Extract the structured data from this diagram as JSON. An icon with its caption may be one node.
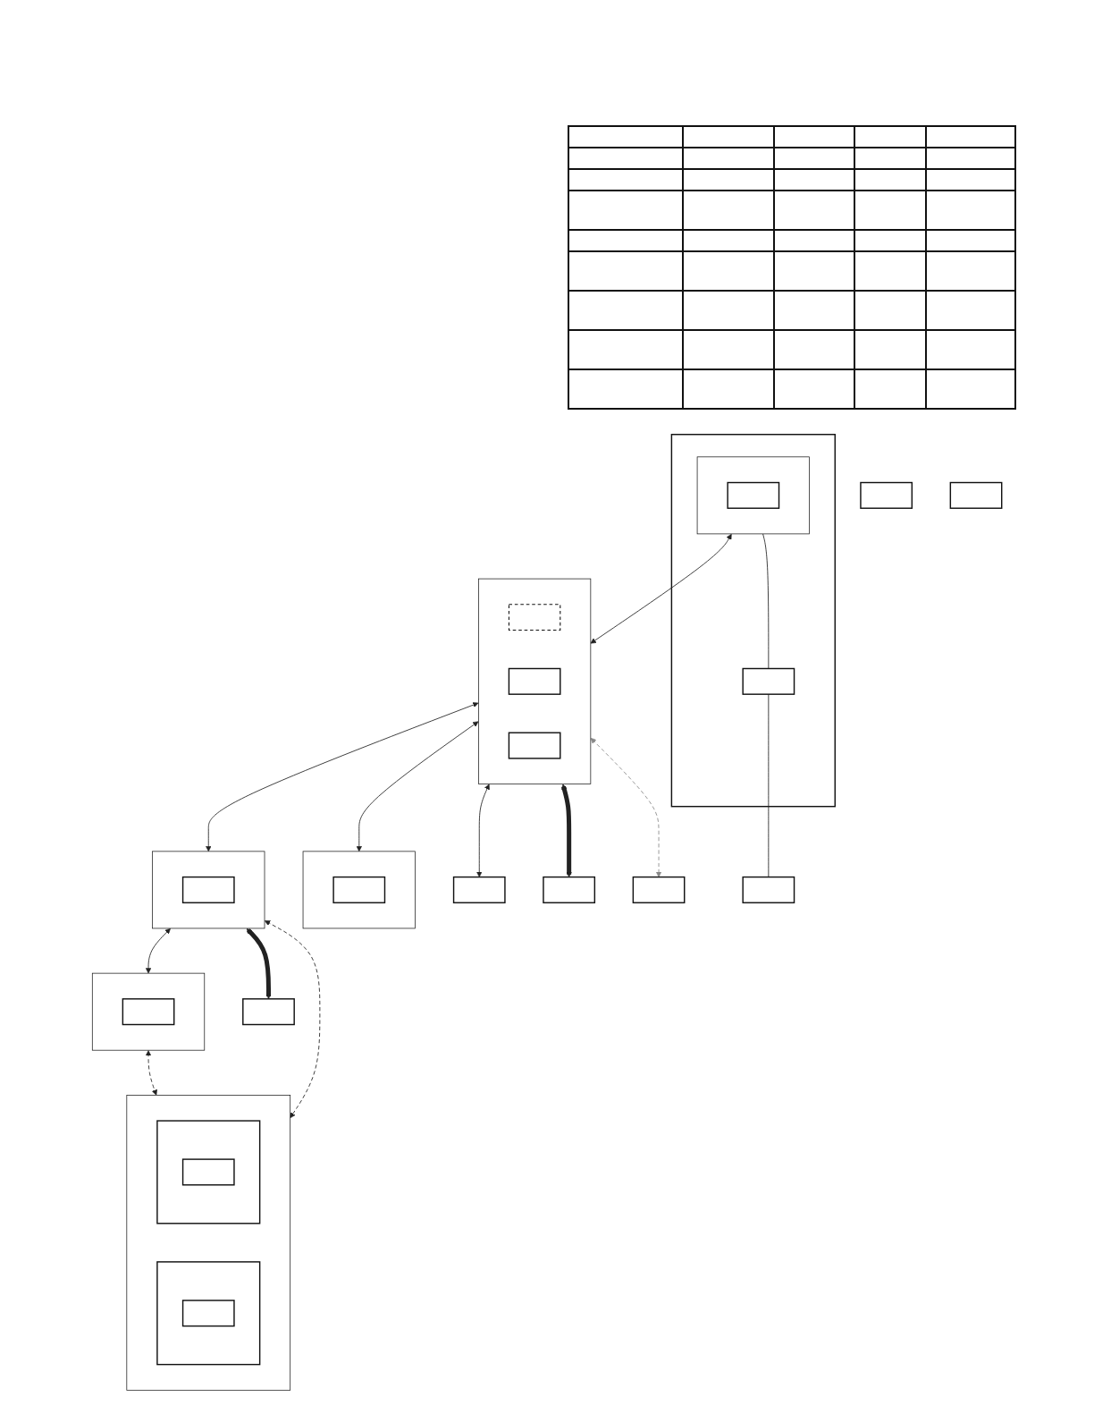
{
  "diagram": {
    "nodes": [
      {
        "text": [],
        "shape": "box"
      },
      {
        "text": [],
        "shape": "box"
      },
      {
        "text": [],
        "shape": "box"
      },
      {
        "text": [],
        "shape": "box"
      },
      {
        "text": [],
        "shape": "box"
      },
      {
        "text": [],
        "shape": "box"
      },
      {
        "text": [],
        "shape": "box",
        "in": 5
      },
      {
        "text": [],
        "shape": "box",
        "in": 6
      },
      {
        "text": [],
        "shape": "box",
        "in": 5
      },
      {
        "text": [],
        "shape": "box"
      },
      {
        "text": [],
        "shape": "box",
        "in": 9
      },
      {
        "text": [],
        "shape": "box",
        "in": 9
      },
      {
        "text": [],
        "shape": "box",
        "in": 9
      },
      {
        "text": [],
        "shape": "box"
      },
      {
        "text": [],
        "shape": "box",
        "in": 13
      },
      {
        "text": [],
        "shape": "box"
      },
      {
        "text": [],
        "shape": "box"
      },
      {
        "text": [],
        "shape": "box",
        "in": 16
      },
      {
        "text": [],
        "shape": "box"
      },
      {
        "text": [],
        "shape": "box",
        "in": 18
      },
      {
        "text": [],
        "shape": "box"
      },
      {
        "text": [],
        "shape": "box",
        "in": 20
      },
      {
        "text": [],
        "shape": "box",
        "in": 21
      },
      {
        "text": [],
        "shape": "box",
        "in": 20
      },
      {
        "text": [],
        "shape": "box",
        "in": 23
      },
      {
        "text": [],
        "shape": "box"
      }
    ],
    "edges": [
      {
        "from": 9,
        "to": 0,
        "arrow": "both"
      },
      {
        "from": 9,
        "to": 1,
        "arrow": "both",
        "style": "thick"
      },
      {
        "from": 9,
        "to": 2,
        "arrow": "both",
        "style": "dashed",
        "color": "#888888"
      },
      {
        "from": 6,
        "to": 9,
        "arrow": "both"
      },
      {
        "from": 9,
        "to": 13,
        "arrow": "both"
      },
      {
        "from": 6,
        "to": 8,
        "arrow": "none"
      },
      {
        "from": 8,
        "to": 15,
        "arrow": "none"
      },
      {
        "from": 9,
        "to": 16,
        "arrow": "both"
      },
      {
        "from": 16,
        "to": 18,
        "arrow": "both"
      },
      {
        "from": 18,
        "to": 20,
        "arrow": "both",
        "style": "dashed"
      },
      {
        "from": 16,
        "to": 20,
        "arrow": "both",
        "style": "dashed"
      },
      {
        "from": 16,
        "to": 25,
        "arrow": "both",
        "style": "thick"
      }
    ]
  }
}
